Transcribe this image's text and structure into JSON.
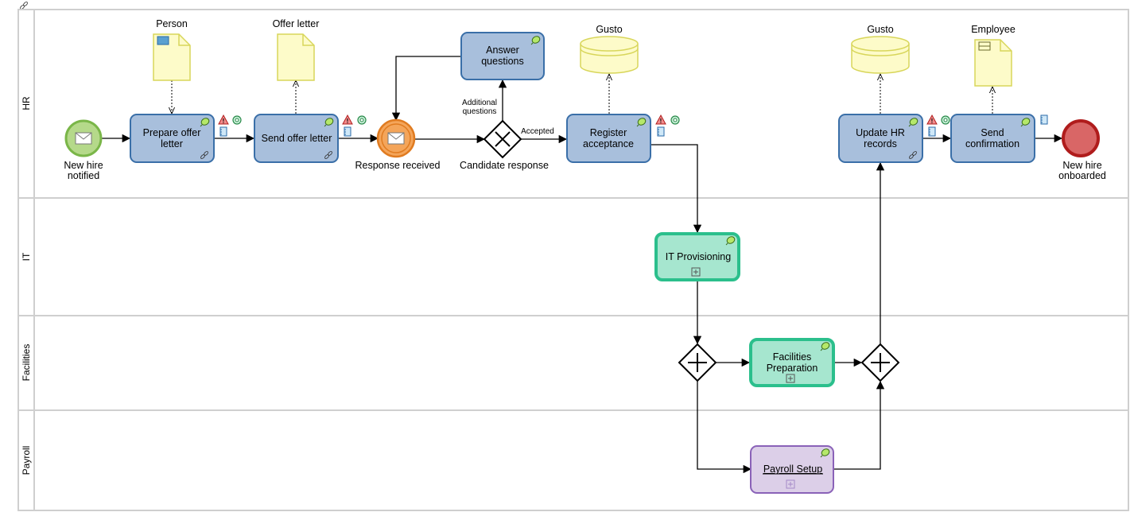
{
  "lanes": [
    {
      "label": "HR"
    },
    {
      "label": "IT"
    },
    {
      "label": "Facilities"
    },
    {
      "label": "Payroll"
    }
  ],
  "events": {
    "start": {
      "label_line1": "New hire",
      "label_line2": "notified"
    },
    "intermediate": {
      "label": "Response received"
    },
    "end": {
      "label_line1": "New hire",
      "label_line2": "onboarded"
    }
  },
  "tasks": {
    "prepare": {
      "line1": "Prepare offer",
      "line2": "letter"
    },
    "send_offer": {
      "line1": "Send offer letter"
    },
    "answer": {
      "line1": "Answer",
      "line2": "questions"
    },
    "register": {
      "line1": "Register",
      "line2": "acceptance"
    },
    "update_hr": {
      "line1": "Update HR",
      "line2": "records"
    },
    "send_confirmation": {
      "line1": "Send",
      "line2": "confirmation"
    },
    "it_provisioning": {
      "line1": "IT Provisioning"
    },
    "facilities_prep": {
      "line1": "Facilities",
      "line2": "Preparation"
    },
    "payroll_setup": {
      "line1": "Payroll Setup"
    }
  },
  "gateways": {
    "candidate_response": {
      "label": "Candidate response"
    }
  },
  "flow_labels": {
    "additional_line1": "Additional",
    "additional_line2": "questions",
    "accepted": "Accepted"
  },
  "artifacts": {
    "person": "Person",
    "offer_letter": "Offer letter",
    "gusto_1": "Gusto",
    "gusto_2": "Gusto",
    "employee": "Employee"
  },
  "colors": {
    "task_fill": "#a8bfdc",
    "task_stroke": "#3a6fa8",
    "start_fill": "#b5d98a",
    "start_stroke": "#7ab648",
    "intermediate_fill": "#f4a55a",
    "intermediate_stroke": "#e07b20",
    "end_fill": "#d96666",
    "end_stroke": "#b01c1c",
    "subprocess_fill": "#a6e6cf",
    "subprocess_stroke": "#2bbf8c",
    "payroll_fill": "#dccfe8",
    "payroll_stroke": "#8a62b8",
    "artifact_fill": "#fdfbc9",
    "artifact_stroke": "#d8d65a"
  }
}
